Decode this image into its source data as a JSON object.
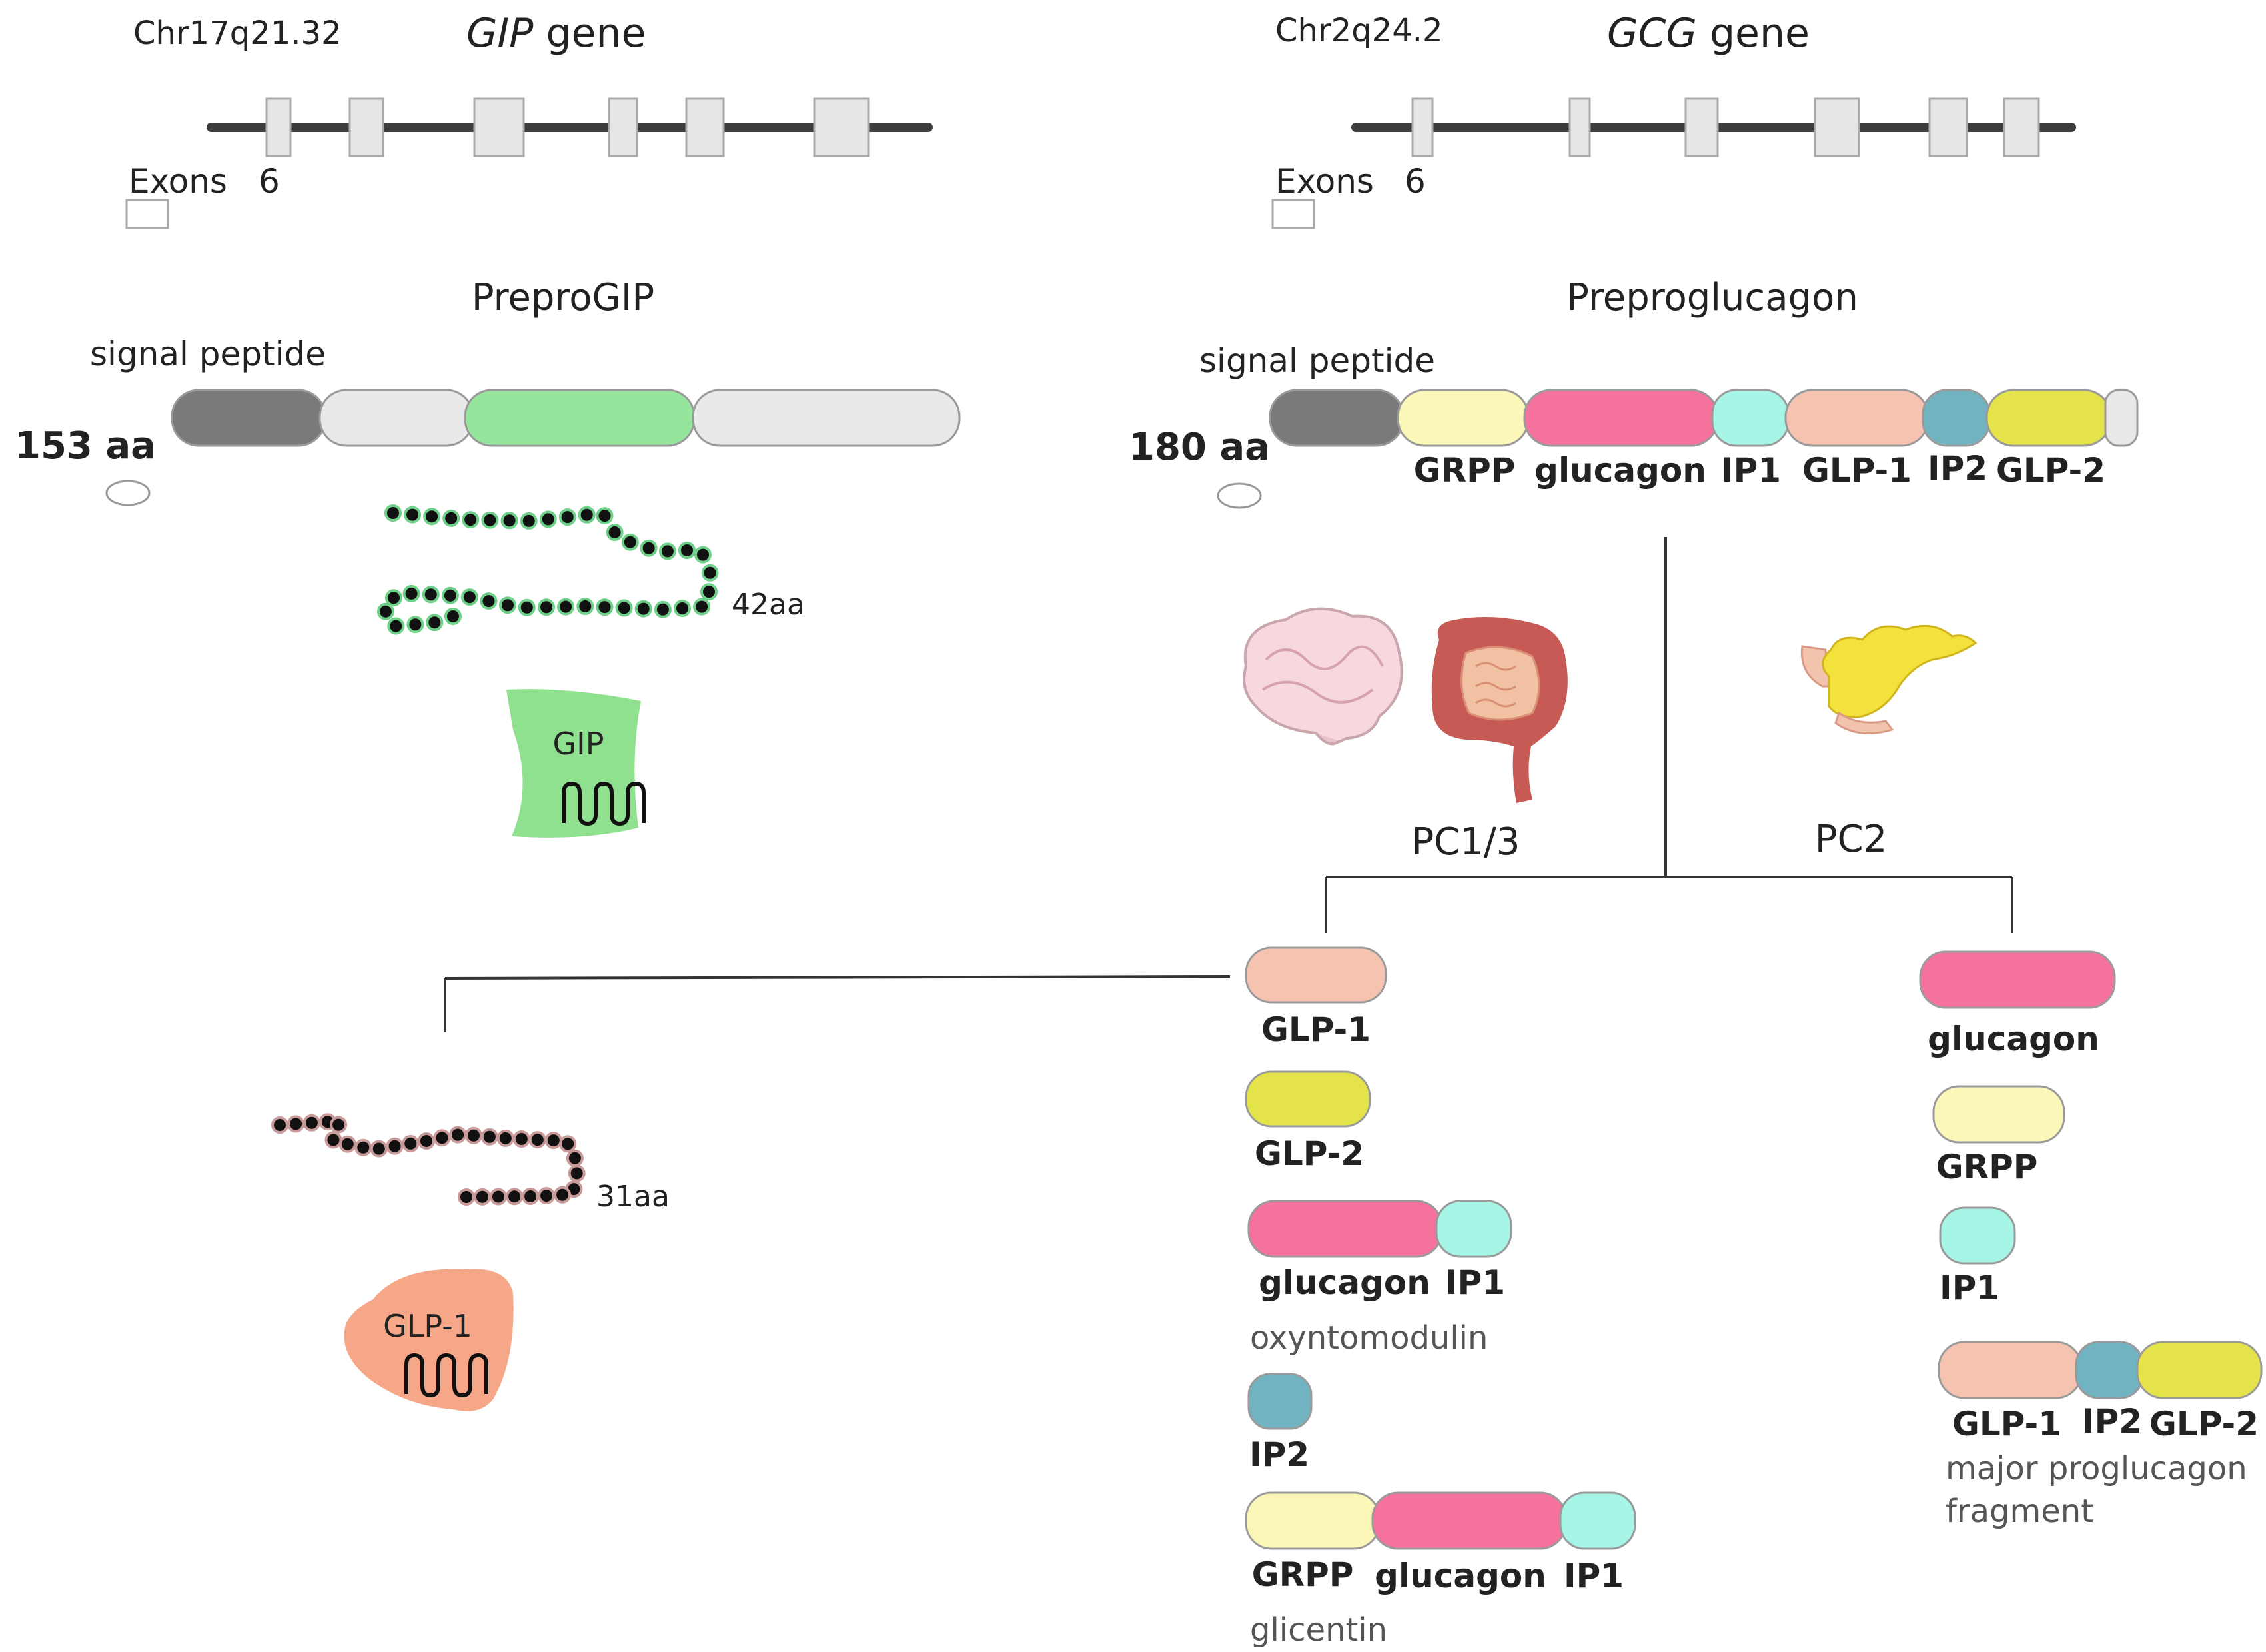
{
  "colors": {
    "signal": "#7a7a7a",
    "light": "#e9e9e9",
    "gip": "#95e59c",
    "grpp": "#fbf7b8",
    "glucagon": "#f4729b",
    "ip1": "#a6f5e6",
    "glp1": "#f6c3b0",
    "ip2": "#72b3c2",
    "glp2": "#e4e44a",
    "gipShape": "#8fe08f",
    "glp1Shape": "#f5a787",
    "line": "#333333"
  },
  "left": {
    "locus": "Chr17q21.32",
    "gene_name": "GIP",
    "gene_suffix": " gene",
    "exons_label": "Exons",
    "exons_count": "6",
    "protein_title": "PreproGIP",
    "signal_label": "signal peptide",
    "length": "153 aa",
    "peptide_length": "42aa",
    "shape_label": "GIP"
  },
  "right": {
    "locus": "Chr2q24.2",
    "gene_name": "GCG",
    "gene_suffix": " gene",
    "exons_label": "Exons",
    "exons_count": "6",
    "protein_title": "Preproglucagon",
    "signal_label": "signal peptide",
    "length": "180 aa",
    "segments": [
      "GRPP",
      "glucagon",
      "IP1",
      "GLP-1",
      "IP2",
      "GLP-2"
    ]
  },
  "processing": {
    "pc13_label": "PC1/3",
    "pc2_label": "PC2",
    "pc13_products": {
      "glp1": "GLP-1",
      "glp2": "GLP-2",
      "oxm_parts": [
        "glucagon",
        "IP1"
      ],
      "oxm_name": "oxyntomodulin",
      "ip2": "IP2",
      "glicentin_parts": [
        "GRPP",
        "glucagon",
        "IP1"
      ],
      "glicentin_name": "glicentin"
    },
    "pc2_products": {
      "glucagon": "glucagon",
      "grpp": "GRPP",
      "ip1": "IP1",
      "mpgf_parts": [
        "GLP-1",
        "IP2",
        "GLP-2"
      ],
      "mpgf_name_1": "major proglucagon",
      "mpgf_name_2": "fragment"
    }
  },
  "glp1_peptide": {
    "peptide_length": "31aa",
    "shape_label": "GLP-1"
  }
}
